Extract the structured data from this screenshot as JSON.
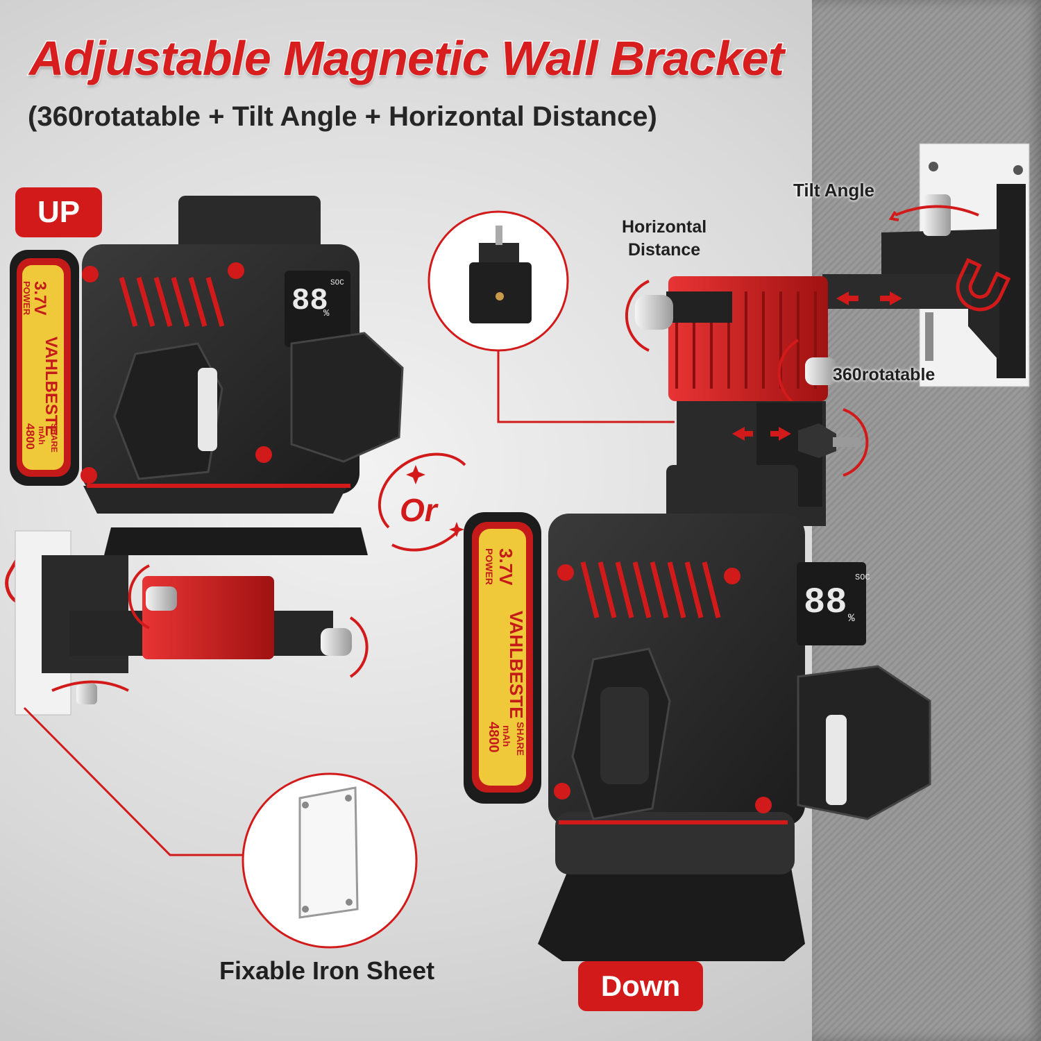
{
  "title": "Adjustable Magnetic Wall Bracket",
  "subtitle": "(360rotatable + Tilt Angle + Horizontal Distance)",
  "badges": {
    "up": "UP",
    "down": "Down"
  },
  "labels": {
    "tilt_angle": "Tilt Angle",
    "horizontal_distance_line1": "Horizontal",
    "horizontal_distance_line2": "Distance",
    "rotatable": "360rotatable",
    "iron_sheet": "Fixable Iron Sheet",
    "or": "Or"
  },
  "device": {
    "battery_voltage": "3.7V",
    "battery_power": "POWER",
    "battery_brand": "VAHLBESTE",
    "battery_capacity": "4800",
    "battery_unit": "mAh",
    "battery_share": "SHARE",
    "display_value": "88",
    "display_percent": "%",
    "display_soc": "SOC"
  },
  "colors": {
    "accent": "#d21a1a",
    "body": "#2a2a2a",
    "text": "#1f1f1f"
  }
}
